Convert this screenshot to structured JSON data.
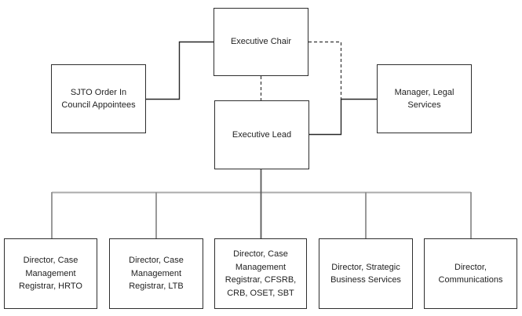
{
  "colors": {
    "background": "#ffffff",
    "node_border": "#2e2e2e",
    "node_text": "#1f1f1f",
    "connector_solid": "#262626",
    "connector_dashed": "#4a4a4a",
    "connector_bus": "#ababab",
    "connector_drop": "#8f8f8f"
  },
  "org_chart": {
    "nodes": {
      "executive_chair": {
        "label": "Executive Chair"
      },
      "sjto_order_in_council_appointees": {
        "label": "SJTO Order In\nCouncil Appointees"
      },
      "manager_legal_services": {
        "label": "Manager, Legal\nServices"
      },
      "executive_lead": {
        "label": "Executive Lead"
      },
      "director_cm_registrar_hrto": {
        "label": "Director, Case\nManagement\nRegistrar, HRTO"
      },
      "director_cm_registrar_ltb": {
        "label": "Director, Case\nManagement\nRegistrar, LTB"
      },
      "director_cm_registrar_cfsrb_crb_oset_sbt": {
        "label": "Director, Case\nManagement\nRegistrar, CFSRB,\nCRB, OSET, SBT"
      },
      "director_strategic_business_services": {
        "label": "Director, Strategic\nBusiness Services"
      },
      "director_communications": {
        "label": "Director,\nCommunications"
      }
    },
    "edges": [
      {
        "from": "sjto_order_in_council_appointees",
        "to": "executive_chair",
        "style": "solid"
      },
      {
        "from": "executive_chair",
        "to": "executive_lead",
        "style": "dashed"
      },
      {
        "from": "executive_chair",
        "to": "manager_legal_services",
        "style": "dashed"
      },
      {
        "from": "executive_lead",
        "to": "manager_legal_services",
        "style": "solid"
      },
      {
        "from": "executive_lead",
        "to": "director_cm_registrar_hrto",
        "style": "solid"
      },
      {
        "from": "executive_lead",
        "to": "director_cm_registrar_ltb",
        "style": "solid"
      },
      {
        "from": "executive_lead",
        "to": "director_cm_registrar_cfsrb_crb_oset_sbt",
        "style": "solid"
      },
      {
        "from": "executive_lead",
        "to": "director_strategic_business_services",
        "style": "solid"
      },
      {
        "from": "executive_lead",
        "to": "director_communications",
        "style": "solid"
      }
    ]
  }
}
